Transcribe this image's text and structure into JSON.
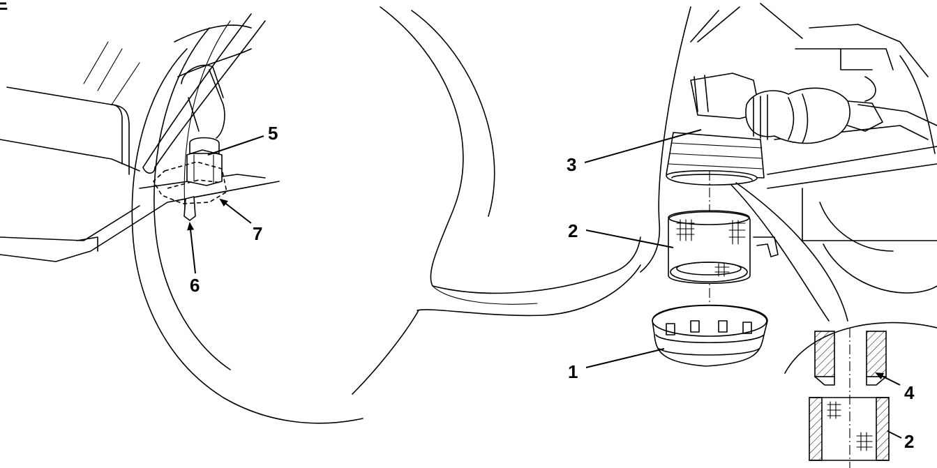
{
  "figure": {
    "corner_mark": "E",
    "callouts": [
      {
        "id": "c1",
        "text": "1"
      },
      {
        "id": "c2",
        "text": "2"
      },
      {
        "id": "c3",
        "text": "3"
      },
      {
        "id": "c4",
        "text": "4"
      },
      {
        "id": "c5",
        "text": "5"
      },
      {
        "id": "c6",
        "text": "6"
      },
      {
        "id": "c7",
        "text": "7"
      },
      {
        "id": "c2b",
        "text": "2"
      }
    ]
  }
}
